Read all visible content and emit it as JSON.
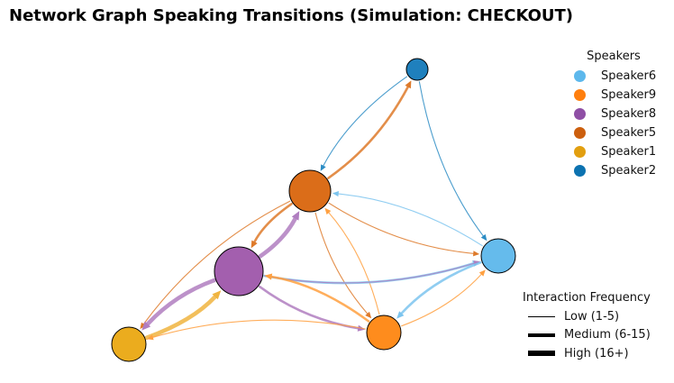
{
  "title": "Network Graph Speaking Transitions (Simulation: CHECKOUT)",
  "legend": {
    "title": "Speakers",
    "items": [
      {
        "name": "Speaker6",
        "color": "#5db8ec"
      },
      {
        "name": "Speaker9",
        "color": "#ff7f0e"
      },
      {
        "name": "Speaker8",
        "color": "#8f4fa5"
      },
      {
        "name": "Speaker5",
        "color": "#cc5f0e"
      },
      {
        "name": "Speaker1",
        "color": "#e29f10"
      },
      {
        "name": "Speaker2",
        "color": "#0c72b0"
      }
    ]
  },
  "frequency_legend": {
    "title": "Interaction Frequency",
    "items": [
      {
        "label": "Low (1-5)",
        "weight": 1
      },
      {
        "label": "Medium (6-15)",
        "weight": 2
      },
      {
        "label": "High (16+)",
        "weight": 3
      }
    ]
  },
  "graph": {
    "nodes": [
      {
        "id": "Speaker2",
        "fill": "#1f80bd",
        "size": 1
      },
      {
        "id": "Speaker5",
        "fill": "#db6d19",
        "size": 3
      },
      {
        "id": "Speaker6",
        "fill": "#65bbec",
        "size": 2
      },
      {
        "id": "Speaker8",
        "fill": "#a35fae",
        "size": 4
      },
      {
        "id": "Speaker1",
        "fill": "#ebac1e",
        "size": 2
      },
      {
        "id": "Speaker9",
        "fill": "#fe8c1d",
        "size": 2
      }
    ],
    "edges": [
      {
        "from": "Speaker2",
        "to": "Speaker5",
        "weight": 1,
        "color": "#2b8cc4"
      },
      {
        "from": "Speaker5",
        "to": "Speaker2",
        "weight": 2,
        "color": "#de7a2a"
      },
      {
        "from": "Speaker2",
        "to": "Speaker6",
        "weight": 1,
        "color": "#2b8cc4"
      },
      {
        "from": "Speaker6",
        "to": "Speaker5",
        "weight": 1,
        "color": "#7cc4ee"
      },
      {
        "from": "Speaker5",
        "to": "Speaker6",
        "weight": 1,
        "color": "#de7a2a"
      },
      {
        "from": "Speaker8",
        "to": "Speaker5",
        "weight": 3,
        "color": "#b07ec0"
      },
      {
        "from": "Speaker5",
        "to": "Speaker8",
        "weight": 2,
        "color": "#de7a2a"
      },
      {
        "from": "Speaker5",
        "to": "Speaker1",
        "weight": 1,
        "color": "#de7a2a"
      },
      {
        "from": "Speaker5",
        "to": "Speaker9",
        "weight": 1,
        "color": "#de7a2a"
      },
      {
        "from": "Speaker9",
        "to": "Speaker5",
        "weight": 1,
        "color": "#ffa040"
      },
      {
        "from": "Speaker8",
        "to": "Speaker6",
        "weight": 2,
        "color": "#7cc4ee"
      },
      {
        "from": "Speaker8",
        "to": "Speaker6",
        "weight": 1,
        "color": "#b07ec0"
      },
      {
        "from": "Speaker6",
        "to": "Speaker9",
        "weight": 2,
        "color": "#7cc4ee"
      },
      {
        "from": "Speaker9",
        "to": "Speaker6",
        "weight": 1,
        "color": "#ffa040"
      },
      {
        "from": "Speaker8",
        "to": "Speaker1",
        "weight": 3,
        "color": "#b07ec0"
      },
      {
        "from": "Speaker1",
        "to": "Speaker8",
        "weight": 3,
        "color": "#f0b440"
      },
      {
        "from": "Speaker8",
        "to": "Speaker9",
        "weight": 2,
        "color": "#b07ec0"
      },
      {
        "from": "Speaker9",
        "to": "Speaker8",
        "weight": 2,
        "color": "#ffa040"
      },
      {
        "from": "Speaker9",
        "to": "Speaker1",
        "weight": 1,
        "color": "#ffa040"
      }
    ]
  }
}
